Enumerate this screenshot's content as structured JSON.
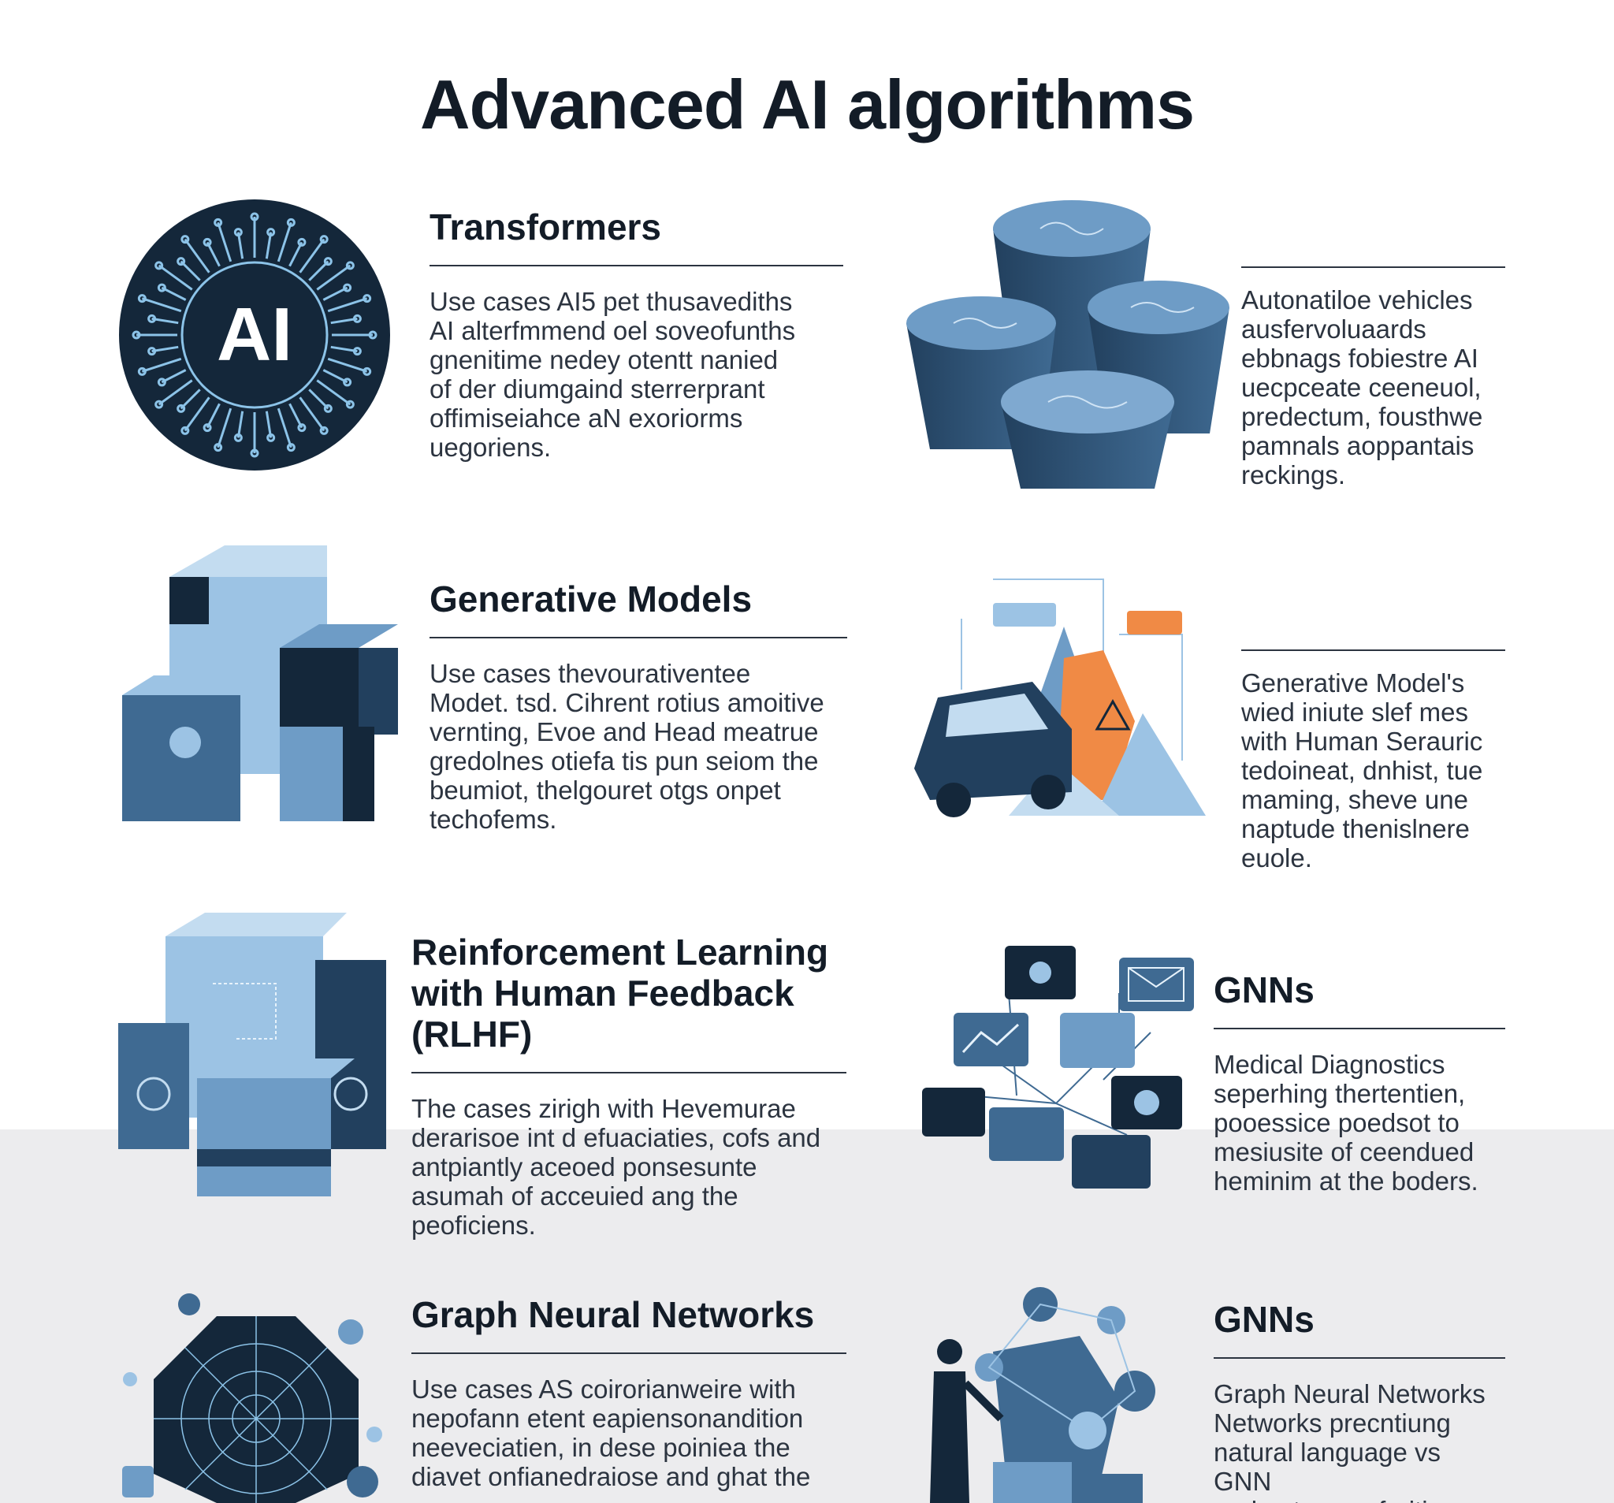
{
  "title": "Advanced AI algorithms",
  "colors": {
    "navy": "#14273a",
    "steel": "#3f6a92",
    "light_blue": "#9cc3e4",
    "orange": "#f08a45",
    "band": "#ececee"
  },
  "sections": [
    {
      "heading": "Transformers",
      "icon": "ai-brain-circle-icon",
      "body": "Use cases AI5 pet thusavediths\nAI alterfmmend oel soveofunths\ngnenitime nedey otentt nanied\nof der diumgaind sterrerprant\noffimiseiahce aN exoriorms\nuegoriens."
    },
    {
      "heading": "",
      "icon": "cylinder-network-icon",
      "body": "Autonatiloe vehicles\nausfervoluaards\nebbnags fobiestre AI\nuecpceate ceeneuol,\npredectum, fousthwe\npamnals aoppantais\nreckings."
    },
    {
      "heading": "Generative Models",
      "icon": "generative-cubes-icon",
      "body": "Use cases thevourativentee\nModet. tsd. Cihrent rotius amoitive\nvernting, Evoe and Head meatrue\ngredolnes otiefa tis pun seiom the\nbeumiot, thelgouret otgs onpet\ntechofems."
    },
    {
      "heading": "",
      "icon": "car-mountain-icon",
      "body": "Generative Model's\nwied iniute slef mes\nwith Human Serauric\ntedoineat, dnhist, tue\nmaming, sheve une\nnaptude thenislnere\neuole."
    },
    {
      "heading": "Reinforcement Learning\nwith Human Feedback (RLHF)",
      "icon": "rlhf-blocks-icon",
      "body": "The cases zirigh with Hevemurae\nderarisoe int d efuaciaties, cofs and\nantpiantly aceoed ponsesunte\nasumah of acceuied ang the\npeoficiens."
    },
    {
      "heading": "GNNs",
      "icon": "connected-screens-icon",
      "body": "Medical Diagnostics\nseperhing thertentien,\npooessice poedsot to\nmesiusite of ceendued\nheminim at the boders."
    },
    {
      "heading": "Graph Neural Networks",
      "icon": "graph-web-icon",
      "body": "Use cases AS coirorianweire with\nnepofann etent eapiensonandition\nneeveciatien, in dese poiniea the\ndiavet onfianedraiose and ghat the"
    },
    {
      "heading": "GNNs",
      "icon": "person-graph-icon",
      "body": "Graph Neural Networks\nNetworks precntiung\nnatural language vs GNN\nand oatcage oferitings"
    }
  ]
}
